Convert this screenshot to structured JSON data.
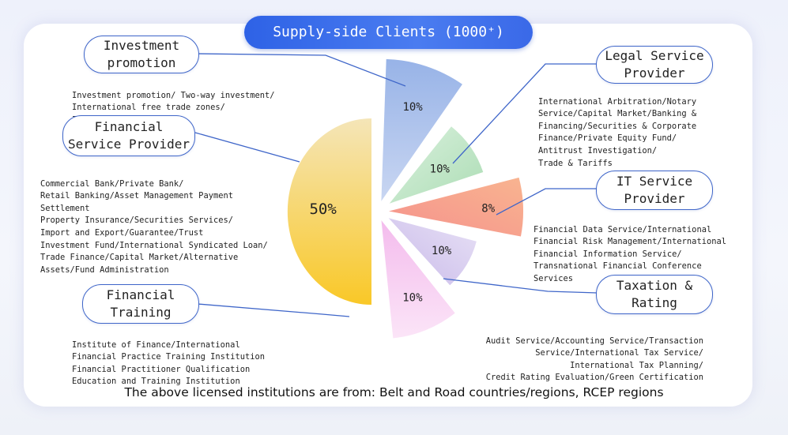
{
  "header": {
    "title": "Supply-side Clients (1000⁺)"
  },
  "chart_data": {
    "type": "pie",
    "slices": [
      {
        "label": "Investment promotion",
        "value": 10,
        "value_label": "10%",
        "color": "#a7bde8"
      },
      {
        "label": "Legal Service Provider",
        "value": 10,
        "value_label": "10%",
        "color": "#bfe6c6"
      },
      {
        "label": "IT Service Provider",
        "value": 8,
        "value_label": "8%",
        "color": "#f6a385"
      },
      {
        "label": "Taxation & Rating",
        "value": 10,
        "value_label": "10%",
        "color": "#d6cbee"
      },
      {
        "label": "Financial Training",
        "value": 10,
        "value_label": "10%",
        "color": "#f6cdef"
      },
      {
        "label": "Financial Service Provider",
        "value": 50,
        "value_label": "50%",
        "color": "#f7cf55"
      }
    ]
  },
  "categories": {
    "investment": {
      "name_lines": [
        "Investment",
        "promotion"
      ],
      "desc_lines": [
        "Investment promotion/ Two-way investment/",
        "International free trade zones/",
        "Industrial parks"
      ]
    },
    "financial_service": {
      "name_lines": [
        "Financial",
        "Service Provider"
      ],
      "desc_lines": [
        "Commercial Bank/Private Bank/",
        "Retail Banking/Asset Management Payment",
        "Settlement",
        "Property Insurance/Securities Services/",
        "Import and Export/Guarantee/Trust",
        "Investment Fund/International Syndicated Loan/",
        "Trade Finance/Capital Market/Alternative",
        "Assets/Fund Administration"
      ]
    },
    "financial_training": {
      "name_lines": [
        "Financial",
        "Training"
      ],
      "desc_lines": [
        "Institute of Finance/International",
        "Financial Practice Training Institution",
        "Financial Practitioner Qualification",
        "Education and Training Institution"
      ]
    },
    "legal": {
      "name_lines": [
        "Legal Service",
        "Provider"
      ],
      "desc_lines": [
        "International Arbitration/Notary",
        "Service/Capital Market/Banking &",
        "Financing/Securities & Corporate",
        "Finance/Private Equity Fund/",
        "Antitrust Investigation/",
        "Trade & Tariffs"
      ]
    },
    "it": {
      "name_lines": [
        "IT Service",
        "Provider"
      ],
      "desc_lines": [
        "Financial Data Service/International",
        "Financial Risk Management/International",
        "Financial Information Service/",
        "Transnational Financial Conference",
        "Services"
      ]
    },
    "taxation": {
      "name_lines": [
        "Taxation &",
        "Rating"
      ],
      "desc_lines": [
        "Audit Service/Accounting Service/Transaction",
        "Service/International Tax Service/",
        "International Tax Planning/",
        "Credit Rating Evaluation/Green Certification"
      ]
    }
  },
  "footnote": "The above licensed institutions are from: Belt and Road countries/regions, RCEP regions",
  "colors": {
    "accent": "#3f66c9",
    "header_gradient_start": "#2e62e6",
    "connector": "#3f66c9"
  }
}
